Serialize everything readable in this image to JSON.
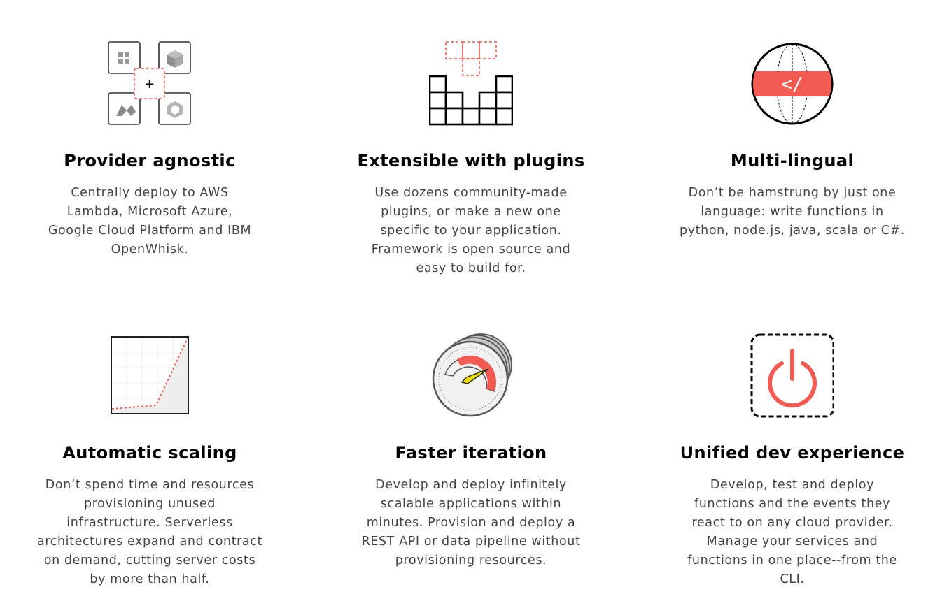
{
  "features": [
    {
      "title": "Provider agnostic",
      "icon": "provider-grid-icon",
      "description": "Centrally deploy to AWS Lambda, Microsoft Azure, Google Cloud Platform and IBM OpenWhisk."
    },
    {
      "title": "Extensible with plugins",
      "icon": "plugin-blocks-icon",
      "description": "Use dozens community-made plugins, or make a new one specific to your application. Framework is open source and easy to build for."
    },
    {
      "title": "Multi-lingual",
      "icon": "globe-code-icon",
      "icon_text": "</",
      "description": "Don’t be hamstrung by just one language: write functions in python, node.js, java, scala or C#."
    },
    {
      "title": "Automatic scaling",
      "icon": "scaling-chart-icon",
      "description": "Don’t spend time and resources provisioning unused infrastructure. Serverless architectures expand and contract on demand, cutting server costs by more than half."
    },
    {
      "title": "Faster iteration",
      "icon": "speedometer-icon",
      "description": "Develop and deploy infinitely scalable applications within minutes. Provision and deploy a REST API or data pipeline without provisioning resources."
    },
    {
      "title": "Unified dev experience",
      "icon": "power-icon",
      "description": "Develop, test and deploy functions and the events they react to on any cloud provider. Manage your services and functions in one place--from the CLI."
    }
  ],
  "colors": {
    "accent": "#f25a52",
    "text": "#444444",
    "heading": "#000000"
  }
}
